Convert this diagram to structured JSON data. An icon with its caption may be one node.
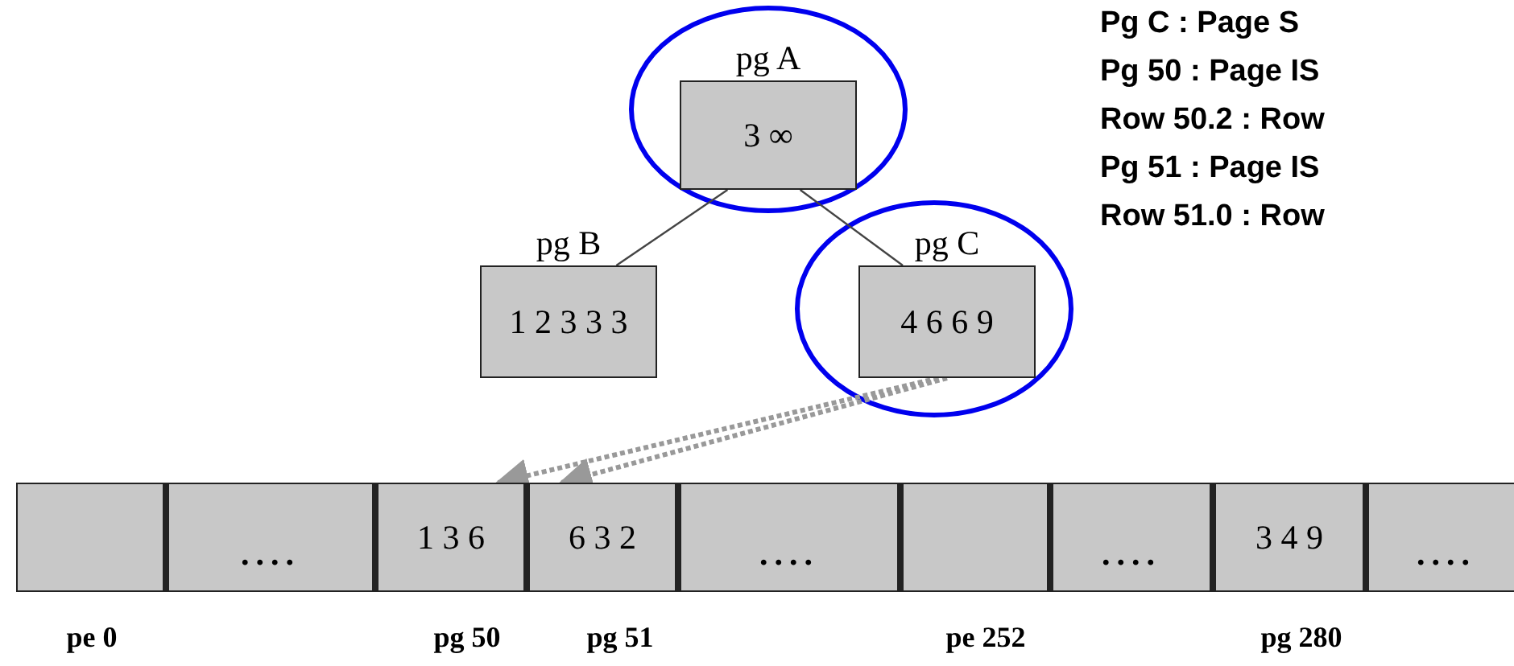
{
  "diagram": {
    "nodes": [
      {
        "text": [
          "pg A",
          "3 ∞"
        ]
      },
      {
        "text": [
          "pg B",
          "1 2 3 3 3"
        ]
      },
      {
        "text": [
          "pg C",
          "4 6 6 9"
        ]
      },
      {
        "text": [],
        "shape": "box",
        "beside": [
          "pe 0"
        ]
      },
      {
        "text": [
          "...."
        ]
      },
      {
        "text": [
          "1 3 6"
        ],
        "beside": [
          "pg 50"
        ]
      },
      {
        "text": [
          "6 3 2"
        ],
        "beside": [
          "pg 51"
        ]
      },
      {
        "text": [
          "...."
        ]
      },
      {
        "text": [],
        "shape": "box",
        "beside": [
          "pe 252"
        ]
      },
      {
        "text": [
          "...."
        ]
      },
      {
        "text": [
          "3 4 9"
        ],
        "beside": [
          "pg 280"
        ]
      },
      {
        "text": [
          "...."
        ]
      }
    ],
    "edges": [
      {
        "from": 0,
        "to": 1,
        "arrow": "none"
      },
      {
        "from": 0,
        "to": 2,
        "arrow": "none"
      },
      {
        "from": 2,
        "to": 5,
        "arrow": "to",
        "style": "dashed",
        "color": "#999999"
      },
      {
        "from": 2,
        "to": 6,
        "arrow": "to",
        "style": "dashed",
        "color": "#999999"
      }
    ],
    "labels": [
      "Pg C : Page S",
      "Pg 50 : Page IS",
      "Row 50.2 : Row",
      "Pg 51 : Page IS",
      "Row 51.0 : Row"
    ]
  }
}
